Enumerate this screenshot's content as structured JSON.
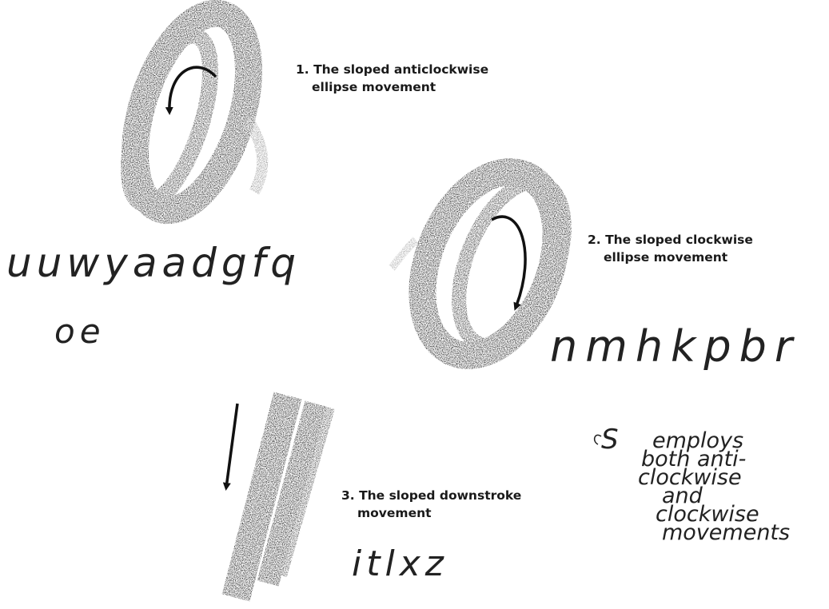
{
  "movements": [
    {
      "line1": "1. The sloped anticlockwise",
      "line2": "ellipse movement",
      "icon": "anticlockwise-arrow-icon"
    },
    {
      "line1": "2. The sloped clockwise",
      "line2": "ellipse movement",
      "icon": "clockwise-arrow-icon"
    },
    {
      "line1": "3. The sloped downstroke",
      "line2": "movement",
      "icon": "down-arrow-icon"
    }
  ],
  "letter_groups": {
    "anticlockwise_main": "uuwyaadgfq",
    "anticlockwise_extra": "oe",
    "clockwise": "nmhkpbr",
    "downstroke": "itlxz"
  },
  "note": {
    "symbol": "S",
    "lines": [
      "employs",
      "both anti-",
      "clockwise",
      "and",
      "clockwise",
      "movements"
    ]
  },
  "colors": {
    "ink": "#111111",
    "text": "#1a1a1a"
  }
}
